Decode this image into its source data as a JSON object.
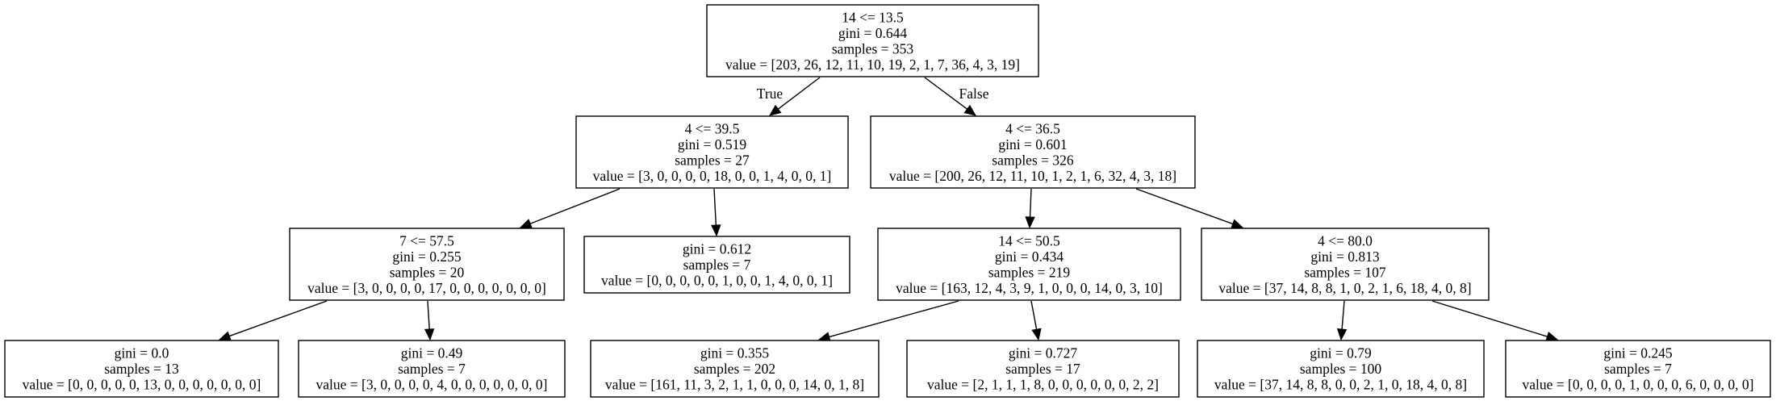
{
  "tree": {
    "nodes": [
      {
        "id": "n0",
        "lines": [
          "14 <= 13.5",
          "gini = 0.644",
          "samples = 353",
          "value = [203, 26, 12, 11, 10, 19, 2, 1, 7, 36, 4, 3, 19]"
        ]
      },
      {
        "id": "n1",
        "lines": [
          "4 <= 39.5",
          "gini = 0.519",
          "samples = 27",
          "value = [3, 0, 0, 0, 0, 18, 0, 0, 1, 4, 0, 0, 1]"
        ]
      },
      {
        "id": "n2",
        "lines": [
          "4 <= 36.5",
          "gini = 0.601",
          "samples = 326",
          "value = [200, 26, 12, 11, 10, 1, 2, 1, 6, 32, 4, 3, 18]"
        ]
      },
      {
        "id": "n3",
        "lines": [
          "7 <= 57.5",
          "gini = 0.255",
          "samples = 20",
          "value = [3, 0, 0, 0, 0, 17, 0, 0, 0, 0, 0, 0, 0]"
        ]
      },
      {
        "id": "n4",
        "lines": [
          "gini = 0.612",
          "samples = 7",
          "value = [0, 0, 0, 0, 0, 1, 0, 0, 1, 4, 0, 0, 1]"
        ]
      },
      {
        "id": "n5",
        "lines": [
          "14 <= 50.5",
          "gini = 0.434",
          "samples = 219",
          "value = [163, 12, 4, 3, 9, 1, 0, 0, 0, 14, 0, 3, 10]"
        ]
      },
      {
        "id": "n6",
        "lines": [
          "4 <= 80.0",
          "gini = 0.813",
          "samples = 107",
          "value = [37, 14, 8, 8, 1, 0, 2, 1, 6, 18, 4, 0, 8]"
        ]
      },
      {
        "id": "n7",
        "lines": [
          "gini = 0.0",
          "samples = 13",
          "value = [0, 0, 0, 0, 0, 13, 0, 0, 0, 0, 0, 0, 0]"
        ]
      },
      {
        "id": "n8",
        "lines": [
          "gini = 0.49",
          "samples = 7",
          "value = [3, 0, 0, 0, 0, 4, 0, 0, 0, 0, 0, 0, 0]"
        ]
      },
      {
        "id": "n9",
        "lines": [
          "gini = 0.355",
          "samples = 202",
          "value = [161, 11, 3, 2, 1, 1, 0, 0, 0, 14, 0, 1, 8]"
        ]
      },
      {
        "id": "n10",
        "lines": [
          "gini = 0.727",
          "samples = 17",
          "value = [2, 1, 1, 1, 8, 0, 0, 0, 0, 0, 0, 2, 2]"
        ]
      },
      {
        "id": "n11",
        "lines": [
          "gini = 0.79",
          "samples = 100",
          "value = [37, 14, 8, 8, 0, 0, 2, 1, 0, 18, 4, 0, 8]"
        ]
      },
      {
        "id": "n12",
        "lines": [
          "gini = 0.245",
          "samples = 7",
          "value = [0, 0, 0, 0, 1, 0, 0, 0, 6, 0, 0, 0, 0]"
        ]
      }
    ],
    "edges": [
      {
        "from": "n0",
        "to": "n1",
        "label": "True"
      },
      {
        "from": "n0",
        "to": "n2",
        "label": "False"
      },
      {
        "from": "n1",
        "to": "n3",
        "label": ""
      },
      {
        "from": "n1",
        "to": "n4",
        "label": ""
      },
      {
        "from": "n2",
        "to": "n5",
        "label": ""
      },
      {
        "from": "n2",
        "to": "n6",
        "label": ""
      },
      {
        "from": "n3",
        "to": "n7",
        "label": ""
      },
      {
        "from": "n3",
        "to": "n8",
        "label": ""
      },
      {
        "from": "n5",
        "to": "n9",
        "label": ""
      },
      {
        "from": "n5",
        "to": "n10",
        "label": ""
      },
      {
        "from": "n6",
        "to": "n11",
        "label": ""
      },
      {
        "from": "n6",
        "to": "n12",
        "label": ""
      }
    ]
  }
}
